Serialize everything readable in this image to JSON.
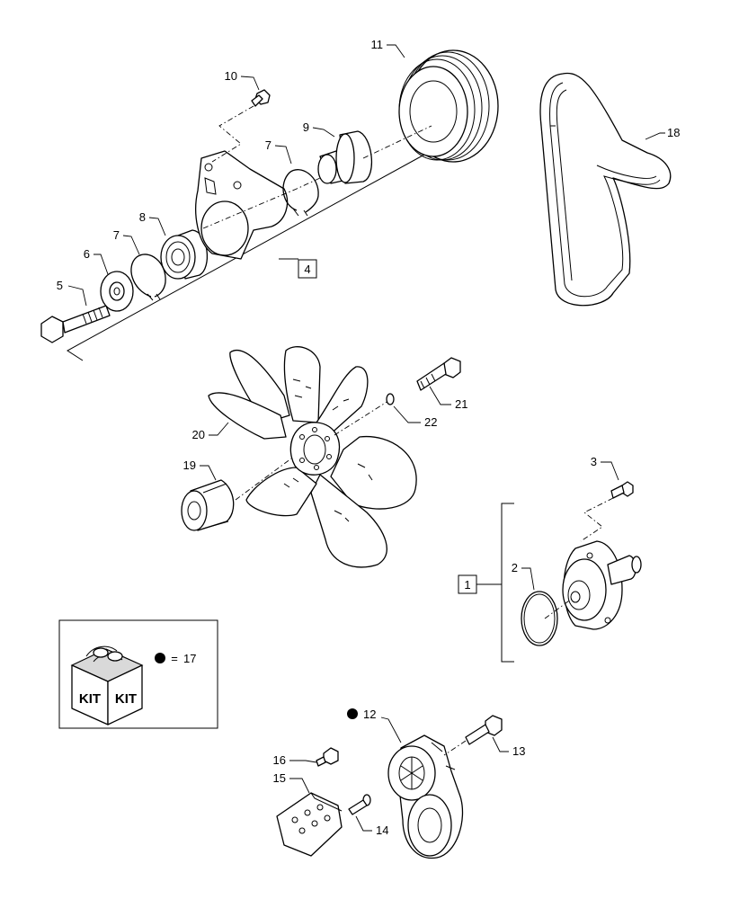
{
  "callouts": {
    "c1": "1",
    "c2": "2",
    "c3": "3",
    "c4": "4",
    "c5": "5",
    "c6": "6",
    "c7a": "7",
    "c7b": "7",
    "c8": "8",
    "c9": "9",
    "c10": "10",
    "c11": "11",
    "c12": "12",
    "c13": "13",
    "c14": "14",
    "c15": "15",
    "c16": "16",
    "c17": "17",
    "c18": "18",
    "c19": "19",
    "c20": "20",
    "c21": "21",
    "c22": "22"
  },
  "kit": {
    "label_left": "KIT",
    "label_right": "KIT",
    "equals": "="
  },
  "colors": {
    "line": "#000000",
    "background": "#ffffff",
    "shade": "#d9d9d9"
  }
}
